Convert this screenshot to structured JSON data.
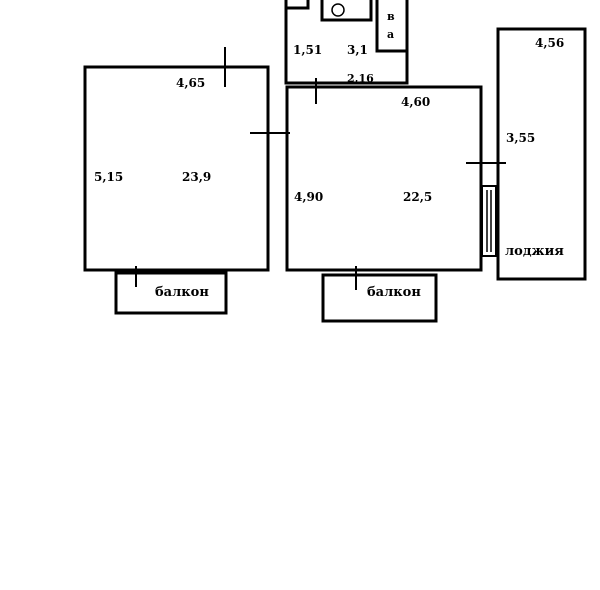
{
  "labels": {
    "left_room_width": "4,65",
    "left_room_length": "5,15",
    "left_room_area": "23,9",
    "left_balcony": "балкон",
    "bathroom_a": "1,51",
    "bathroom_b": "3,1",
    "bathroom_c": "2,16",
    "vent_top": "в",
    "vent_bottom": "а",
    "center_room_width": "4,60",
    "center_room_length": "4,90",
    "center_room_area": "22,5",
    "center_balcony": "балкон",
    "loggia_length": "4,56",
    "loggia_width": "3,55",
    "loggia_label": "лоджия"
  }
}
